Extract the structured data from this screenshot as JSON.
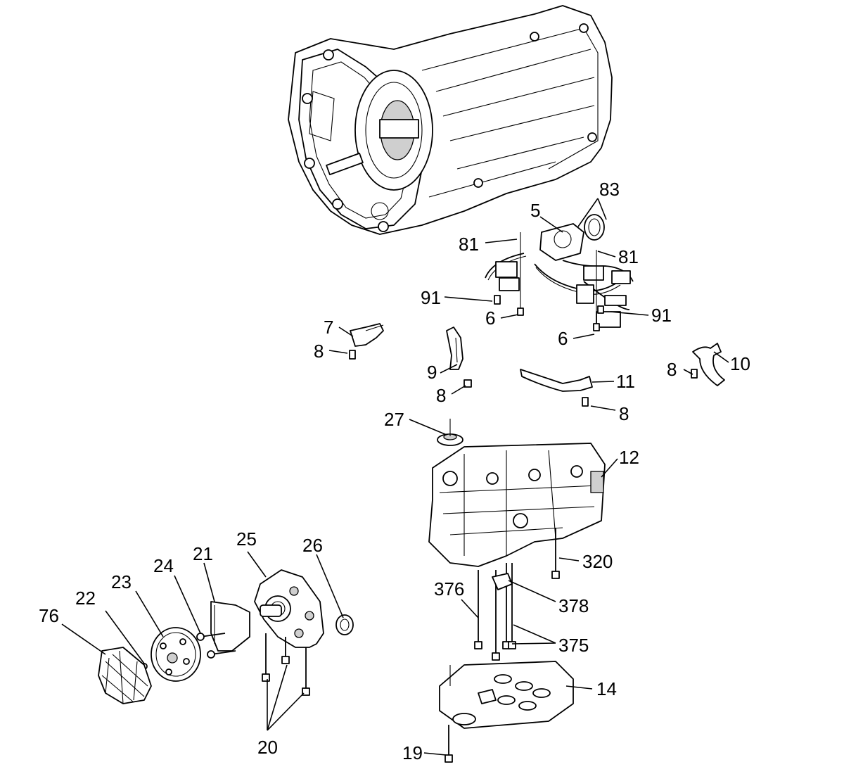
{
  "callouts": {
    "c83": "83",
    "c5": "5",
    "c81a": "81",
    "c81b": "81",
    "c91a": "91",
    "c91b": "91",
    "c6a": "6",
    "c6b": "6",
    "c7": "7",
    "c8a": "8",
    "c9": "9",
    "c8b": "8",
    "c11": "11",
    "c8c": "8",
    "c8d": "8",
    "c10": "10",
    "c27": "27",
    "c12": "12",
    "c25": "25",
    "c26": "26",
    "c24": "24",
    "c21": "21",
    "c23": "23",
    "c22": "22",
    "c76": "76",
    "c320": "320",
    "c376": "376",
    "c378": "378",
    "c375": "375",
    "c14": "14",
    "c20": "20",
    "c19": "19"
  },
  "icons": {
    "transmission_case": "transmission-case-icon",
    "wiring_harness": "wiring-harness-icon",
    "valve_body": "valve-body-icon",
    "oil_pump": "oil-pump-icon",
    "filter": "filter-icon"
  }
}
